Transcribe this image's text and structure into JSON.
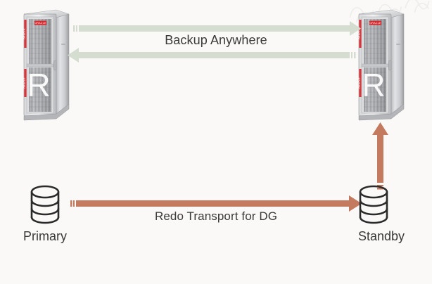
{
  "diagram": {
    "title": "Backup Anywhere / Redo Transport for DG topology",
    "background_color": "#faf9f7",
    "watermark_text": "",
    "nodes": [
      {
        "id": "rack-primary",
        "type": "server-rack",
        "icon": "server-rack-icon",
        "brand_badge": "ORACLE",
        "side_text": "ORACLE",
        "face_letter": "R",
        "position": "top-left"
      },
      {
        "id": "rack-standby",
        "type": "server-rack",
        "icon": "server-rack-icon",
        "brand_badge": "ORACLE",
        "side_text": "ORACLE",
        "face_letter": "R",
        "position": "top-right"
      },
      {
        "id": "db-primary",
        "type": "database",
        "icon": "database-cylinder-icon",
        "label": "Primary",
        "position": "bottom-left"
      },
      {
        "id": "db-standby",
        "type": "database",
        "icon": "database-cylinder-icon",
        "label": "Standby",
        "position": "bottom-right"
      }
    ],
    "connectors": [
      {
        "id": "backup-anywhere-forward",
        "label": "Backup Anywhere",
        "from": "rack-primary",
        "to": "rack-standby",
        "direction": "right",
        "color": "#d4ddcf"
      },
      {
        "id": "backup-anywhere-reverse",
        "label": "",
        "from": "rack-standby",
        "to": "rack-primary",
        "direction": "left",
        "color": "#d4ddcf"
      },
      {
        "id": "redo-transport",
        "label": "Redo Transport for DG",
        "from": "db-primary",
        "to": "db-standby",
        "direction": "right",
        "color": "#c47a5e"
      },
      {
        "id": "standby-uplink",
        "label": "",
        "from": "db-standby",
        "to": "rack-standby",
        "direction": "up",
        "color": "#c47a5e"
      }
    ],
    "labels": {
      "backup_anywhere": "Backup Anywhere",
      "redo_transport": "Redo Transport for DG",
      "primary": "Primary",
      "standby": "Standby",
      "rack_letter": "R",
      "rack_brand": "ORACLE"
    },
    "colors": {
      "background": "#faf9f7",
      "backup_arrow": "#d4ddcf",
      "redo_arrow": "#c47a5e",
      "text": "#3a3a3a",
      "rack_brand_red": "#d9262b",
      "rack_metal_light": "#e9e9ea",
      "rack_metal_dark": "#8d8f92"
    }
  }
}
